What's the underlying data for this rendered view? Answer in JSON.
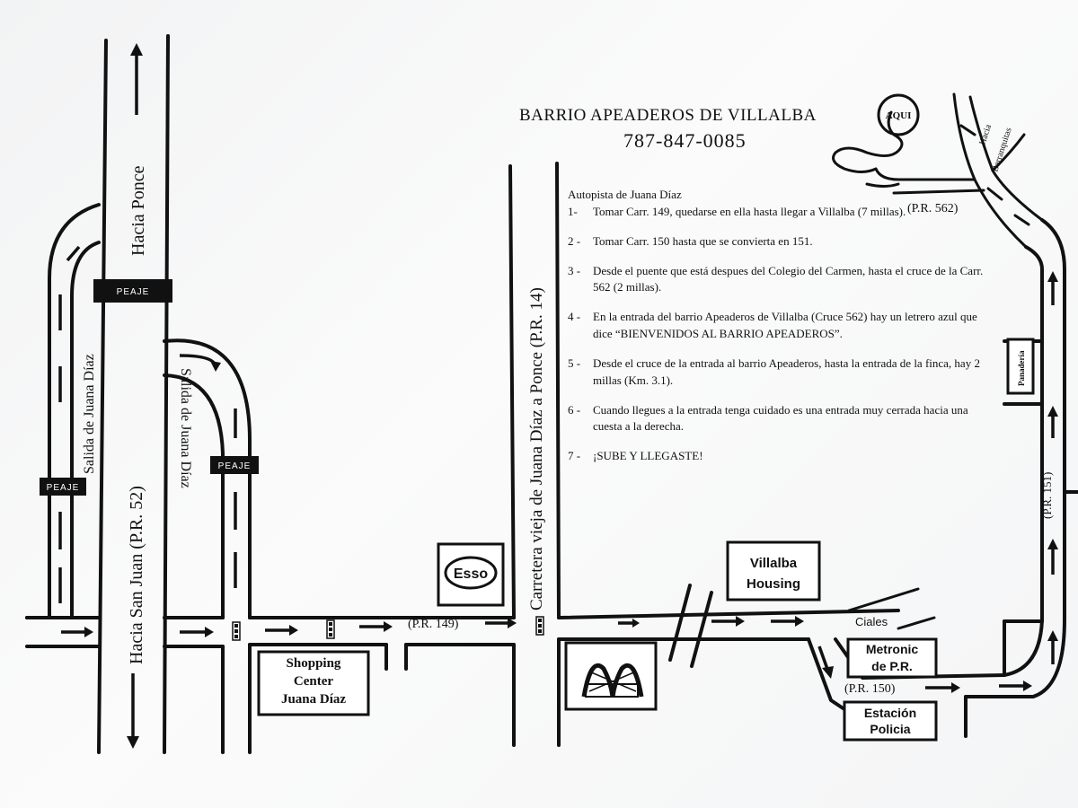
{
  "header": {
    "title": "BARRIO APEADEROS DE VILLALBA",
    "phone": "787-847-0085",
    "aqui": "AQUI"
  },
  "directions": {
    "intro": "Autopista de Juana Díaz",
    "steps": [
      {
        "num": "1-",
        "text": "Tomar Carr. 149, quedarse en ella hasta llegar a Villalba (7 millas)."
      },
      {
        "num": "2 -",
        "text": "Tomar Carr. 150 hasta que se convierta en 151."
      },
      {
        "num": "3 -",
        "text": "Desde el puente que está despues del Colegio del Carmen, hasta el cruce de la Carr. 562 (2 millas)."
      },
      {
        "num": "4 -",
        "text": "En la entrada del barrio Apeaderos de Villalba (Cruce 562) hay un letrero azul que dice “BIENVENIDOS AL BARRIO APEADEROS”."
      },
      {
        "num": "5 -",
        "text": "Desde el cruce de la entrada al barrio Apeaderos, hasta la entrada de la finca, hay 2 millas (Km. 3.1)."
      },
      {
        "num": "6 -",
        "text": "Cuando llegues a la entrada tenga cuidado es una entrada muy cerrada hacia una cuesta a la derecha."
      },
      {
        "num": "7 -",
        "text": "¡SUBE Y LLEGASTE!"
      }
    ]
  },
  "roads": {
    "hacia_ponce": "Hacia Ponce",
    "hacia_san_juan": "Hacia San Juan (P.R. 52)",
    "salida_left": "Salida de Juana Díaz",
    "salida_right": "Salida de Juana Díaz",
    "carretera_vieja": "Carretera vieja de Juana Díaz a Ponce (P.R. 14)",
    "pr149": "(P.R. 149)",
    "pr150": "(P.R. 150)",
    "pr151": "(P.R. 151)",
    "pr562": "(P.R. 562)",
    "ciales": "Ciales",
    "hacia": "Hacia",
    "barranquitas": "Barranquitas"
  },
  "tolls": {
    "peaje_top": "PEAJE",
    "peaje_left": "PEAJE",
    "peaje_right": "PEAJE"
  },
  "landmarks": {
    "esso": "Esso",
    "shopping_line1": "Shopping",
    "shopping_line2": "Center",
    "shopping_line3": "Juana Díaz",
    "villalba_line1": "Villalba",
    "villalba_line2": "Housing",
    "metronic_line1": "Metronic",
    "metronic_line2": "de P.R.",
    "policia_line1": "Estación",
    "policia_line2": "Policia",
    "panaderia": "Panadería"
  }
}
